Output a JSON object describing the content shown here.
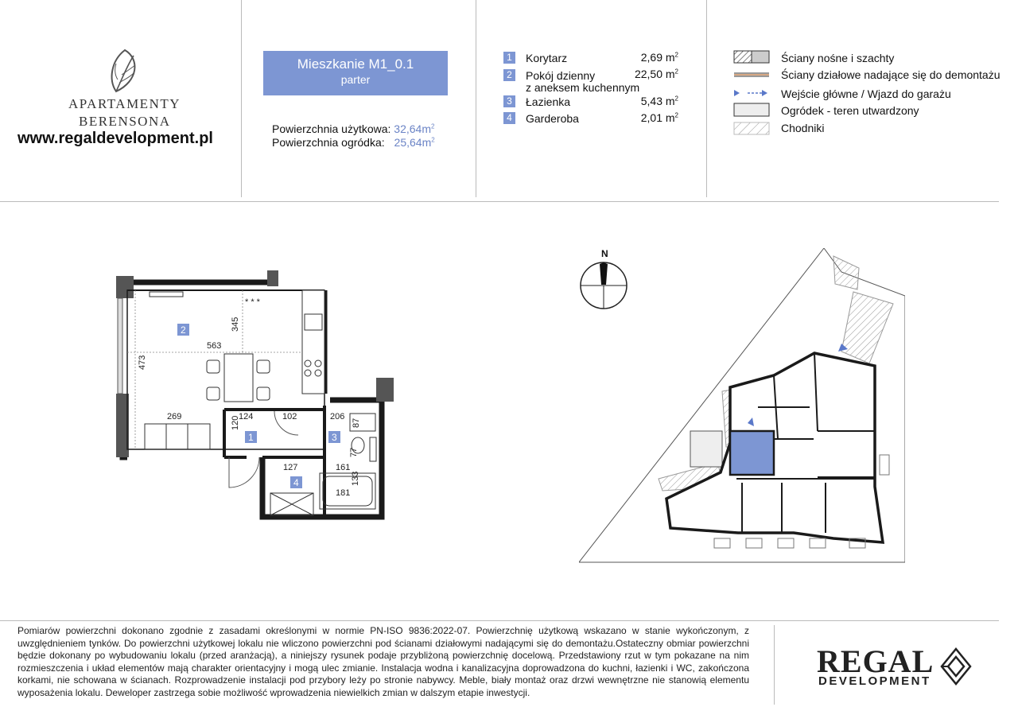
{
  "header": {
    "brand_line1": "APARTAMENTY",
    "brand_line2": "BERENSONA",
    "website": "www.regaldevelopment.pl",
    "apartment_title": "Mieszkanie M1_0.1",
    "floor": "parter",
    "usable_area_label": "Powierzchnia użytkowa:",
    "usable_area_value": "32,64m",
    "garden_area_label": "Powierzchnia ogródka:",
    "garden_area_value": "25,64m"
  },
  "rooms": [
    {
      "num": "1",
      "name": "Korytarz",
      "name2": "",
      "area": "2,69 m"
    },
    {
      "num": "2",
      "name": "Pokój dzienny",
      "name2": "z aneksem kuchennym",
      "area": "22,50 m"
    },
    {
      "num": "3",
      "name": "Łazienka",
      "name2": "",
      "area": "5,43 m"
    },
    {
      "num": "4",
      "name": "Garderoba",
      "name2": "",
      "area": "2,01 m"
    }
  ],
  "legend": [
    "Ściany nośne i szachty",
    "Ściany działowe nadające się do demontażu",
    "Wejście główne / Wjazd do garażu",
    "Ogródek - teren utwardzony",
    "Chodniki"
  ],
  "plan": {
    "compass": "N",
    "dims": [
      "345",
      "563",
      "473",
      "269",
      "124",
      "102",
      "206",
      "120",
      "87",
      "77",
      "127",
      "161",
      "133",
      "181"
    ],
    "room_tags": [
      "2",
      "1",
      "3",
      "4"
    ]
  },
  "footer": {
    "text": "Pomiarów powierzchni dokonano zgodnie z zasadami określonymi w normie PN-ISO 9836:2022-07. Powierzchnię użytkową wskazano w stanie wykończonym, z uwzględnieniem tynków. Do powierzchni użytkowej lokalu nie wliczono powierzchni pod ścianami działowymi nadającymi się do demontażu.Ostateczny obmiar powierzchni będzie dokonany po wybudowaniu lokalu (przed aranżacją), a niniejszy rysunek podaje przybliżoną powierzchnię docelową. Przedstawiony rzut w tym pokazane na nim rozmieszczenia i układ elementów mają charakter orientacyjny i mogą ulec zmianie. Instalacja wodna i kanalizacyjna doprowadzona do kuchni, łazienki i WC, zakończona korkami, nie schowana w ścianach. Rozprowadzenie instalacji pod przybory leży po stronie nabywcy. Meble, biały montaż oraz drzwi wewnętrzne nie stanowią elementu wyposażenia lokalu. Deweloper zastrzega sobie możliwość wprowadzenia niewielkich zmian w dalszym etapie inwestycji.",
    "company_line1": "REGAL",
    "company_line2": "DEVELOPMENT"
  },
  "colors": {
    "accent": "#7d96d3",
    "wall": "#1a1a1a",
    "highlight": "#7d96d3"
  }
}
